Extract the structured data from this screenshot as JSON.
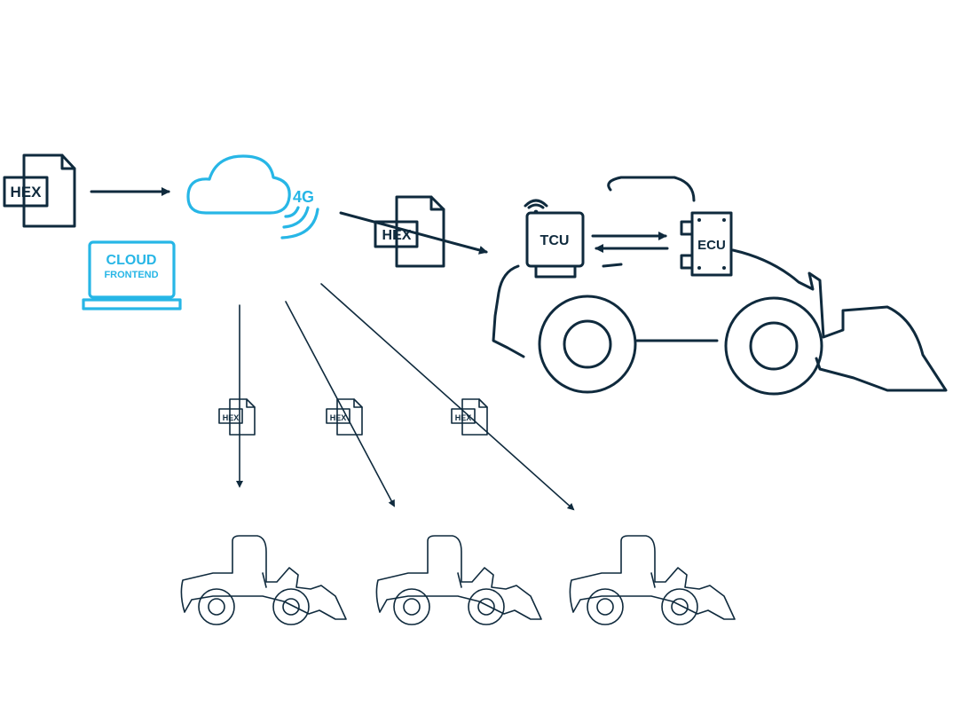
{
  "labels": {
    "hex": "HEX",
    "cloud_frontend_line1": "CLOUD",
    "cloud_frontend_line2": "FRONTEND",
    "network": "4G",
    "tcu": "TCU",
    "ecu": "ECU"
  },
  "colors": {
    "primary": "#0f2a3d",
    "accent": "#27b6e6",
    "background": "#ffffff"
  },
  "icons": [
    "file-icon",
    "cloud-icon",
    "laptop-icon",
    "signal-icon",
    "wifi-icon",
    "wheel-loader-icon"
  ]
}
